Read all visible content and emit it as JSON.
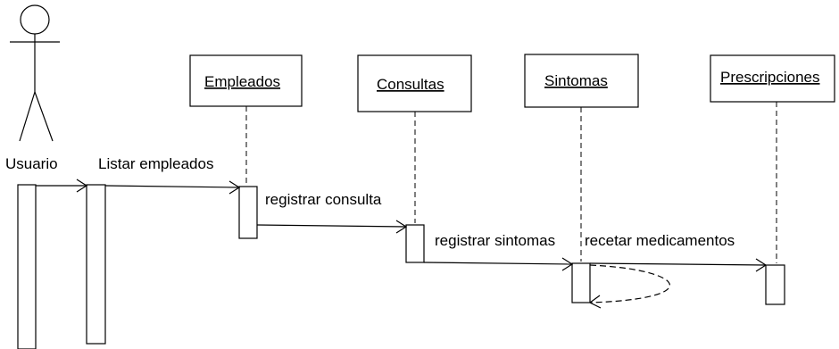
{
  "actor": {
    "label": "Usuario"
  },
  "objects": [
    {
      "label": "Empleados"
    },
    {
      "label": "Consultas"
    },
    {
      "label": "Sintomas"
    },
    {
      "label": "Prescripciones"
    }
  ],
  "messages": [
    {
      "label": "Listar empleados"
    },
    {
      "label": "registrar consulta"
    },
    {
      "label": "registrar sintomas"
    },
    {
      "label": "recetar medicamentos"
    }
  ],
  "colors": {
    "stroke": "#000000",
    "background": "#ffffff"
  }
}
